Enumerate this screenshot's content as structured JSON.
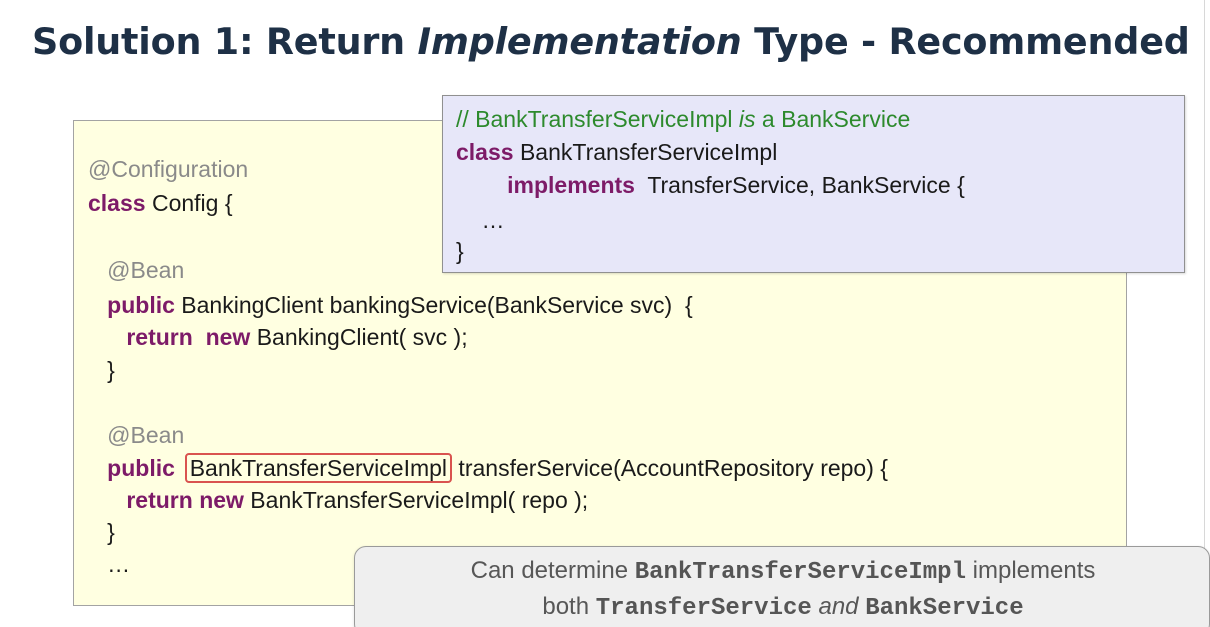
{
  "slide": {
    "title_part1": "Solution 1: Return ",
    "title_emphasis": "Implementation",
    "title_part2": " Type - Recommended"
  },
  "interface_code": {
    "comment_prefix": "// BankTransferServiceImpl ",
    "comment_emphasis": "is",
    "comment_suffix": " a BankService",
    "kw_class": "class",
    "class_name": " BankTransferServiceImpl",
    "indent_implements": "        ",
    "kw_implements": "implements",
    "implements_list": "  TransferService, BankService {",
    "ellipsis": "    …",
    "close_brace": "}"
  },
  "config_code": {
    "annotation_configuration": "@Configuration",
    "kw_class": "class",
    "class_decl": " Config {",
    "indent": "   ",
    "indent2": "      ",
    "annotation_bean_1": "@Bean",
    "kw_public_1": "public",
    "method1_signature": " BankingClient bankingService(BankService svc)  {",
    "kw_return_1": "return",
    "kw_new_1": "new",
    "method1_body": " BankingClient( svc );",
    "close_brace_1": "}",
    "annotation_bean_2": "@Bean",
    "kw_public_2": "public",
    "method2_return_type": "BankTransferServiceImpl",
    "method2_signature": " transferService(AccountRepository repo) {",
    "kw_return_2": "return",
    "kw_new_2": "new",
    "method2_body": " BankTransferServiceImpl( repo );",
    "close_brace_2": "}",
    "ellipsis": "…"
  },
  "note": {
    "line1_prefix": "Can determine ",
    "line1_code": "BankTransferServiceImpl",
    "line1_suffix": " implements",
    "line2_prefix": "both ",
    "line2_code1": "TransferService",
    "line2_middle_emphasis": "and",
    "line2_code2": "BankService"
  },
  "colors": {
    "title": "#1e3046",
    "keyword": "#7d1b68",
    "annotation": "#8a8a8a",
    "comment": "#2d8a2d",
    "highlight_border": "#d9534f",
    "config_background": "#ffffe1",
    "interface_background": "#e7e7f9",
    "note_background": "#efefef"
  }
}
